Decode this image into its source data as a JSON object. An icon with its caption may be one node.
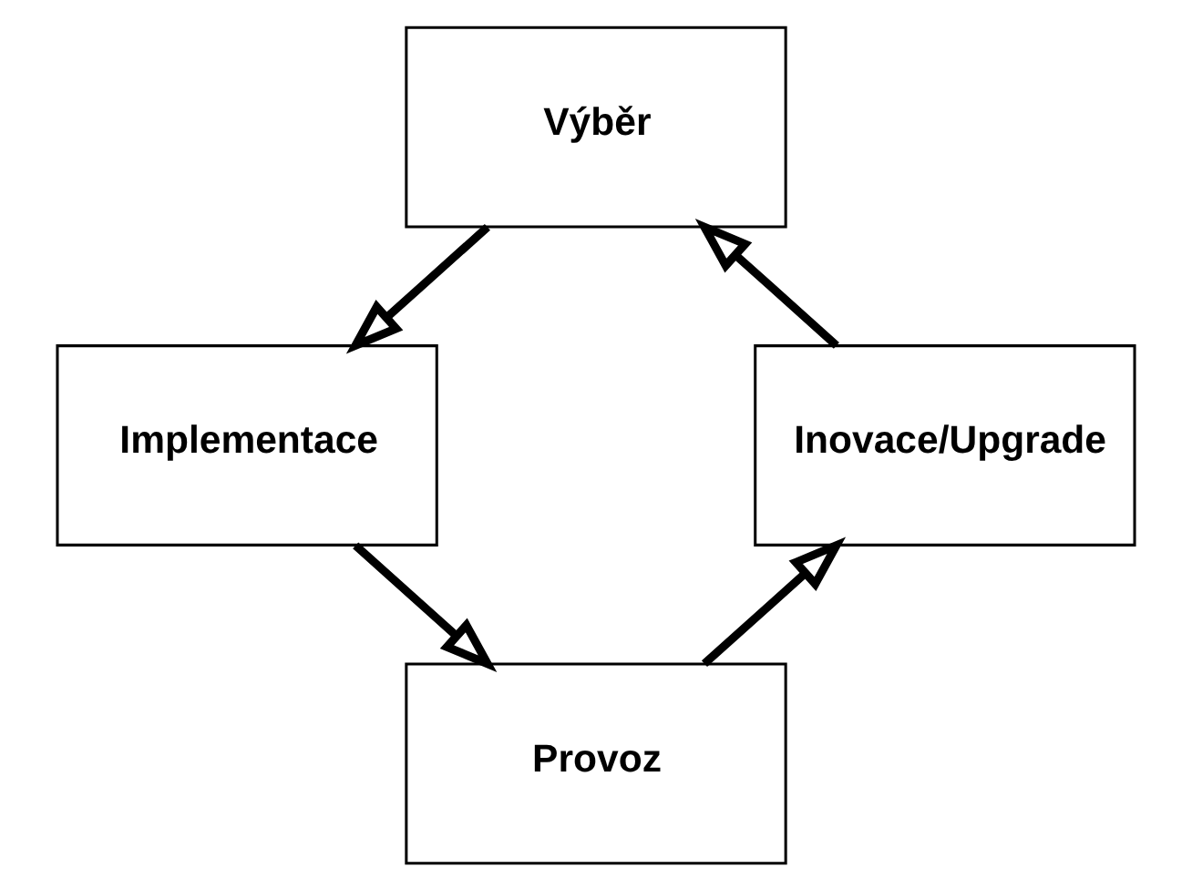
{
  "diagram": {
    "nodes": [
      {
        "text": [
          "Výběr"
        ]
      },
      {
        "text": [
          "Inovace/Upgrade"
        ]
      },
      {
        "text": [
          "Implementace"
        ]
      },
      {
        "text": [
          "Provoz"
        ]
      }
    ],
    "edges": [
      {
        "from": 0,
        "to": 2,
        "arrow": "to"
      },
      {
        "from": 2,
        "to": 3,
        "arrow": "to"
      },
      {
        "from": 3,
        "to": 1,
        "arrow": "to"
      },
      {
        "from": 1,
        "to": 0,
        "arrow": "to"
      }
    ]
  }
}
